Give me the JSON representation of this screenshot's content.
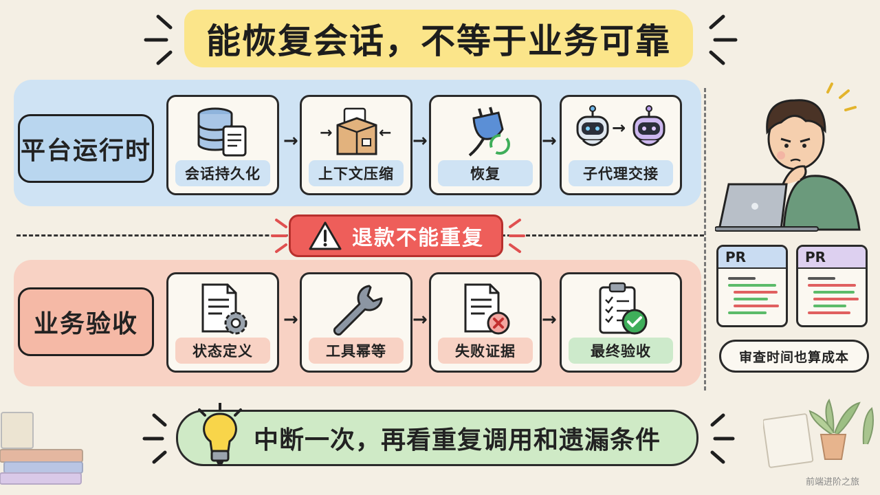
{
  "title": "能恢复会话，不等于业务可靠",
  "top_row": {
    "label": "平台运行时",
    "steps": [
      {
        "label": "会话持久化",
        "icon": "database-document-icon"
      },
      {
        "label": "上下文压缩",
        "icon": "box-documents-icon"
      },
      {
        "label": "恢复",
        "icon": "plug-refresh-icon"
      },
      {
        "label": "子代理交接",
        "icon": "robot-handoff-icon"
      }
    ]
  },
  "warning": {
    "label": "退款不能重复",
    "icon": "warning-triangle-icon"
  },
  "bottom_row": {
    "label": "业务验收",
    "steps": [
      {
        "label": "状态定义",
        "icon": "document-gear-icon"
      },
      {
        "label": "工具幂等",
        "icon": "wrench-icon"
      },
      {
        "label": "失败证据",
        "icon": "document-error-icon"
      },
      {
        "label": "最终验收",
        "icon": "clipboard-check-icon"
      }
    ]
  },
  "side": {
    "pr_cards": [
      {
        "label": "PR",
        "accent": "#c9dcf2"
      },
      {
        "label": "PR",
        "accent": "#ddd0f0"
      }
    ],
    "review_note": "审查时间也算成本"
  },
  "banner": {
    "text": "中断一次，再看重复调用和遗漏条件",
    "icon": "lightbulb-icon"
  },
  "watermark": "前端进阶之旅",
  "colors": {
    "title_bg": "#fbe58a",
    "top_band": "#cfe3f4",
    "bottom_band": "#f8d2c4",
    "warning": "#ee5e5a",
    "banner": "#cfeac6",
    "success": "#3fae5a",
    "error": "#e05050"
  }
}
